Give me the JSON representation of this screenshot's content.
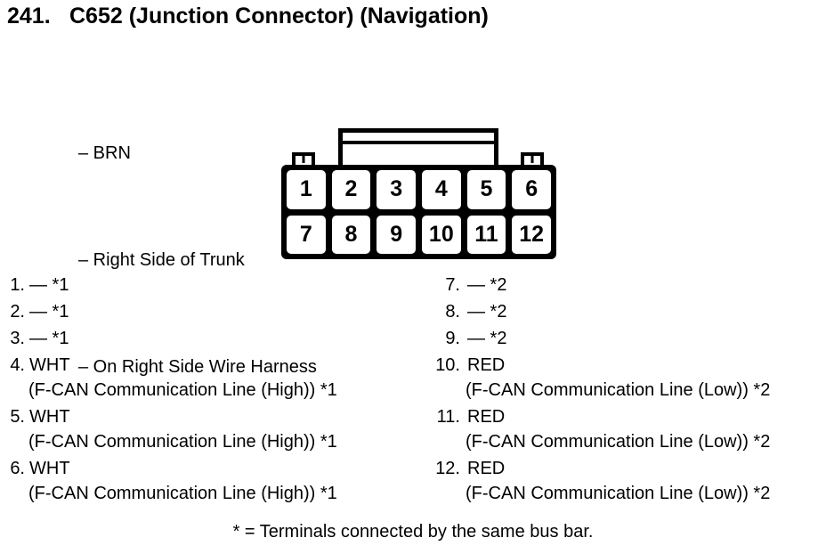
{
  "header": {
    "number": "241.",
    "title": "C652 (Junction Connector) (Navigation)",
    "attributes": [
      "– BRN",
      "– Right Side of Trunk",
      "– On Right Side Wire Harness"
    ]
  },
  "connector": {
    "pins": [
      "1",
      "2",
      "3",
      "4",
      "5",
      "6",
      "7",
      "8",
      "9",
      "10",
      "11",
      "12"
    ]
  },
  "pin_assignments": {
    "left": [
      {
        "num": "1.",
        "wire": "— *1"
      },
      {
        "num": "2.",
        "wire": "— *1"
      },
      {
        "num": "3.",
        "wire": "— *1"
      },
      {
        "num": "4.",
        "wire": "WHT",
        "detail": "(F-CAN Communication Line (High)) *1"
      },
      {
        "num": "5.",
        "wire": "WHT",
        "detail": "(F-CAN Communication Line (High)) *1"
      },
      {
        "num": "6.",
        "wire": "WHT",
        "detail": "(F-CAN Communication Line (High)) *1"
      }
    ],
    "right": [
      {
        "num": "7.",
        "wire": "— *2"
      },
      {
        "num": "8.",
        "wire": "— *2"
      },
      {
        "num": "9.",
        "wire": "— *2"
      },
      {
        "num": "10.",
        "wire": "RED",
        "detail": "(F-CAN Communication Line (Low)) *2"
      },
      {
        "num": "11.",
        "wire": "RED",
        "detail": "(F-CAN Communication Line (Low)) *2"
      },
      {
        "num": "12.",
        "wire": "RED",
        "detail": "(F-CAN Communication Line (Low)) *2"
      }
    ]
  },
  "footnote": "* = Terminals connected by the same bus bar.",
  "colors": {
    "ink": "#000000",
    "paper": "#ffffff"
  }
}
